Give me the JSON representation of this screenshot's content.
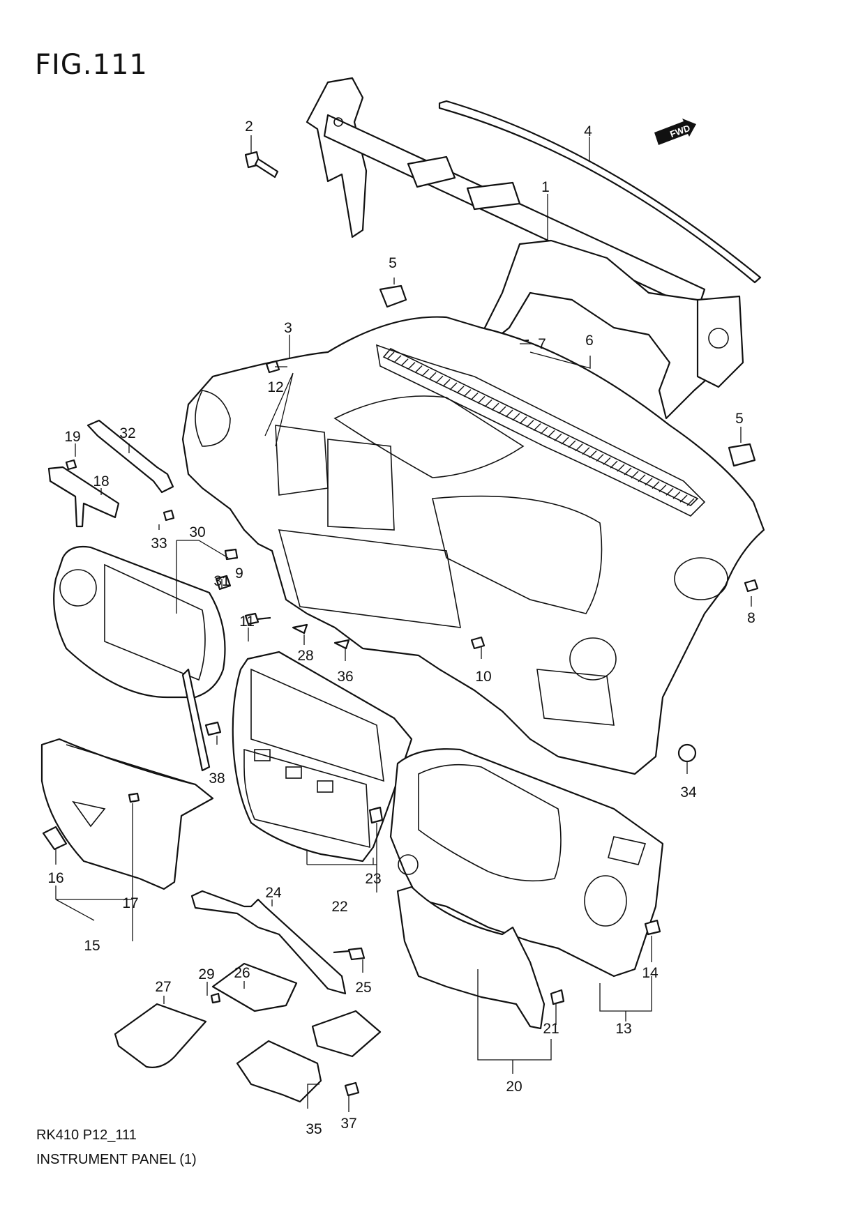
{
  "figure": {
    "title": "FIG.111"
  },
  "fwd_label": "FWD",
  "footer": {
    "code": "RK410 P12_111",
    "caption": "INSTRUMENT PANEL (1)"
  },
  "callouts": [
    "1",
    "2",
    "3",
    "4",
    "5",
    "5",
    "6",
    "7",
    "8",
    "9",
    "10",
    "11",
    "12",
    "13",
    "14",
    "15",
    "16",
    "17",
    "18",
    "19",
    "20",
    "21",
    "22",
    "23",
    "24",
    "25",
    "26",
    "27",
    "28",
    "29",
    "30",
    "31",
    "32",
    "33",
    "34",
    "35",
    "36",
    "37",
    "38"
  ]
}
